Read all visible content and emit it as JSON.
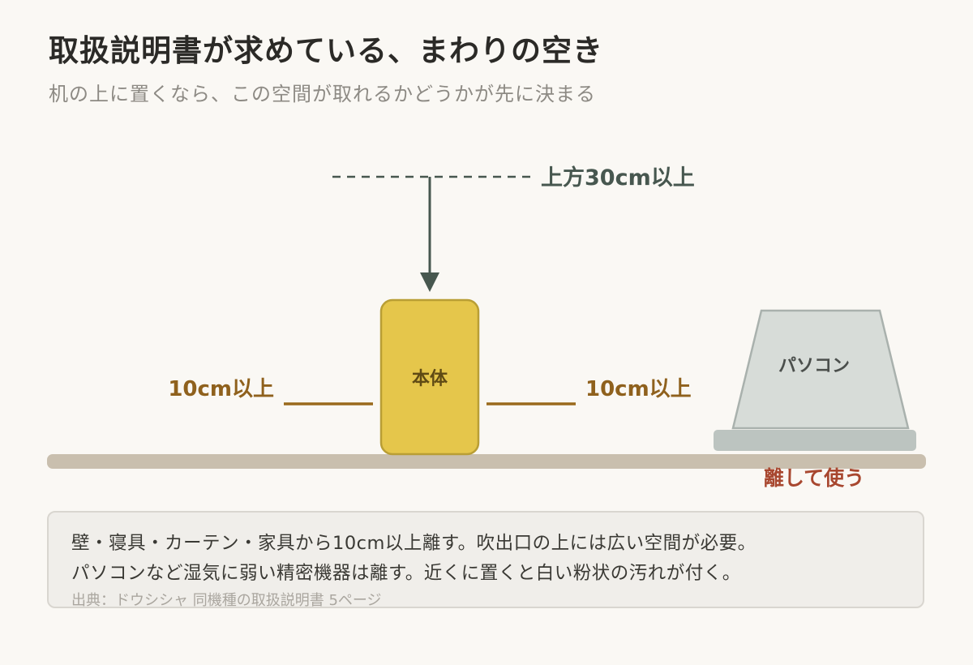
{
  "title": "取扱説明書が求めている、まわりの空き",
  "subtitle": "机の上に置くなら、この空間が取れるかどうかが先に決まる",
  "diagram": {
    "top_clearance_label": "上方30cm以上",
    "device_label": "本体",
    "left_clearance_label": "10cm以上",
    "right_clearance_label": "10cm以上",
    "pc_label": "パソコン",
    "pc_note": "離して使う"
  },
  "note": {
    "line1": "壁・寝具・カーテン・家具から10cm以上離す。吹出口の上には広い空間が必要。",
    "line2": "パソコンなど湿気に弱い精密機器は離す。近くに置くと白い粉状の汚れが付く。",
    "source": "出典：ドウシシャ 同機種の取扱説明書 5ページ"
  },
  "colors": {
    "background": "#faf8f4",
    "device_fill": "#e5c64b",
    "device_stroke": "#b99e35",
    "clearance_line": "#9a6a1c",
    "clearance_text": "#8f611d",
    "top_arrow": "#47574f",
    "table": "#c9bfae",
    "pc_fill": "#d7dcd8",
    "pc_stroke": "#a9b1ad",
    "pc_base": "#bcc4c0",
    "warning_text": "#a8472f"
  }
}
